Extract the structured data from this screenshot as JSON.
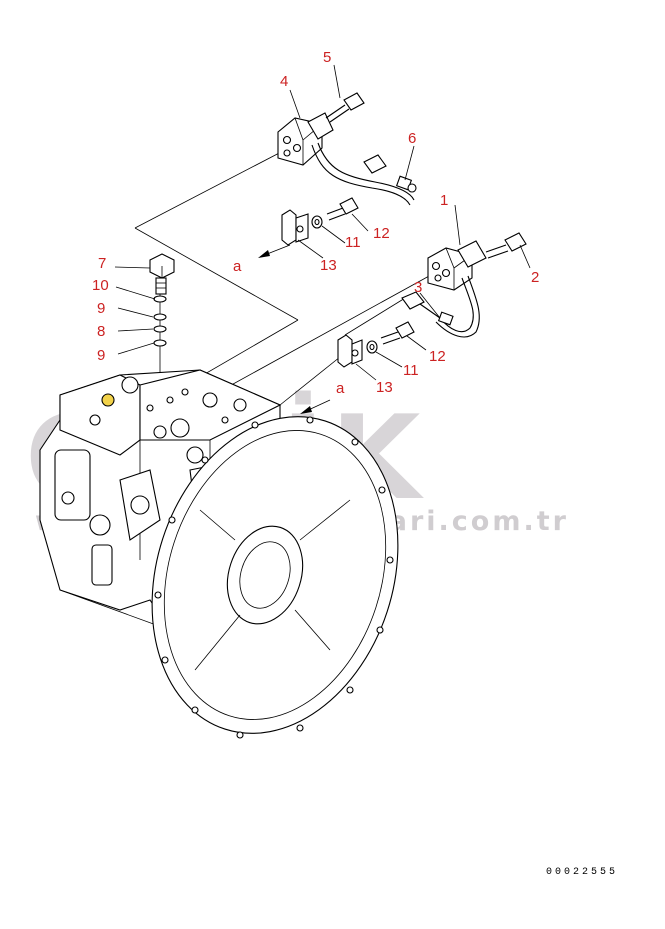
{
  "watermark": {
    "brand": "ÇELİK",
    "url": "www.celikismakinalari.com.tr"
  },
  "callouts": {
    "n1": "1",
    "n2": "2",
    "n3": "3",
    "n4": "4",
    "n5": "5",
    "n6": "6",
    "n7": "7",
    "n8": "8",
    "n9_top": "9",
    "n9_bottom": "9",
    "n10": "10",
    "n11_upper": "11",
    "n11_lower": "11",
    "n12_upper": "12",
    "n12_lower": "12",
    "n13_upper": "13",
    "n13_lower": "13",
    "a_left": "a",
    "a_right": "a"
  },
  "drawing_code": "00022555",
  "colors": {
    "callout": "#cc2222",
    "watermark": "#d8d5d8",
    "highlight": "#f2d24a"
  }
}
